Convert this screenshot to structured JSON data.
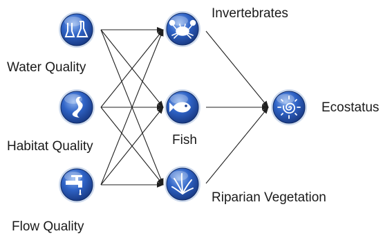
{
  "diagram": {
    "drivers": [
      {
        "id": "water",
        "label": "Water Quality",
        "icon": "lab-flasks-icon"
      },
      {
        "id": "habitat",
        "label": "Habitat Quality",
        "icon": "river-icon"
      },
      {
        "id": "flow",
        "label": "Flow Quality",
        "icon": "water-tap-icon"
      }
    ],
    "responses": [
      {
        "id": "invertebrates",
        "label": "Invertebrates",
        "icon": "crab-icon"
      },
      {
        "id": "fish",
        "label": "Fish",
        "icon": "fish-icon"
      },
      {
        "id": "riparian",
        "label": "Riparian Vegetation",
        "icon": "reed-plant-icon"
      }
    ],
    "outcome": {
      "id": "ecostatus",
      "label": "Ecostatus",
      "icon": "sun-spiral-icon"
    },
    "colors": {
      "icon_dark": "#1d3f8f",
      "icon_mid": "#2f63c6",
      "icon_light": "#8fb4ee",
      "arrow": "#1f1f1f"
    }
  }
}
